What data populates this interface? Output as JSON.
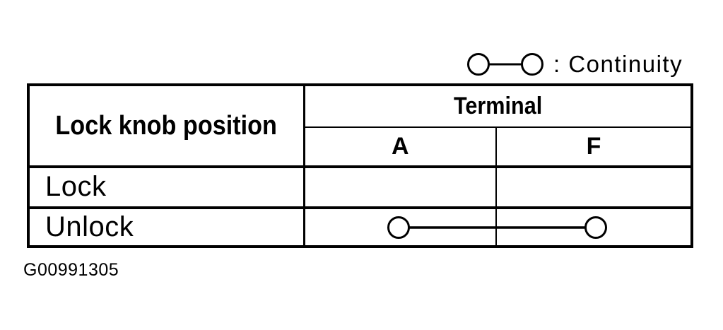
{
  "page": {
    "background_color": "#ffffff",
    "ink_color": "#000000",
    "figure_id": "G00991305"
  },
  "legend": {
    "symbol": "circle-line-circle",
    "label": ": Continuity"
  },
  "table": {
    "columns": {
      "row_header": "Lock knob position",
      "terminal_group": "Terminal",
      "terminals": [
        "A",
        "F"
      ]
    },
    "rows": [
      {
        "position": "Lock",
        "continuity": false
      },
      {
        "position": "Unlock",
        "continuity": true,
        "between": [
          "A",
          "F"
        ]
      }
    ]
  },
  "chart_data": {
    "type": "table",
    "title": "Lock knob position continuity check",
    "columns": [
      "Lock knob position",
      "Terminal A",
      "Terminal F"
    ],
    "rows": [
      [
        "Lock",
        "",
        ""
      ],
      [
        "Unlock",
        "continuity",
        "continuity"
      ]
    ],
    "legend": "circle-line-circle symbol means Continuity"
  }
}
